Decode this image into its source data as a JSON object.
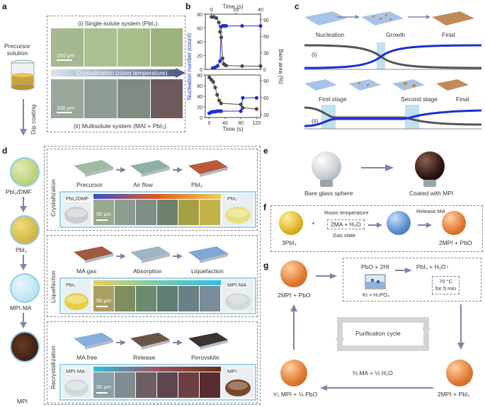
{
  "panel_labels": {
    "a": "a",
    "b": "b",
    "c": "c",
    "d": "d",
    "e": "e",
    "f": "f",
    "g": "g"
  },
  "panel_a": {
    "precursor": "Precursor\nsolution",
    "dip_coating": "Dip coating",
    "system_i": "(i) Single-solute system (PbI₂)",
    "system_ii": "(ii) Multisolute system (MAI + PbI₂)",
    "crystallization": "Crystallization (room temperature)",
    "scale_top": "100 μm",
    "scale_bottom": "100 μm"
  },
  "panel_c": {
    "nucleation": "Nucleation",
    "growth": "Growth",
    "final_top": "Final",
    "first_stage": "First stage",
    "second_stage": "Second stage",
    "final_bottom": "Final",
    "label_i": "(i)",
    "label_ii": "(ii)"
  },
  "panel_d": {
    "left_steps": [
      "PbI₂/DMF",
      "PbI₂",
      "MPI·MA",
      "MPI"
    ],
    "rows": [
      {
        "name": "Crystallization",
        "labels": [
          "Precursor",
          "Air flow",
          "PbI₂"
        ],
        "left_tag": "PbI₂/DMF",
        "right_tag": "PbI₂",
        "scale": "50 μm"
      },
      {
        "name": "Liquefaction",
        "labels": [
          "MA gas",
          "Absorption",
          "Liquefaction"
        ],
        "left_tag": "PbI₂",
        "right_tag": "MPI·MA",
        "scale": "50 μm"
      },
      {
        "name": "Recrystallization",
        "labels": [
          "MA free",
          "Release",
          "Perovskite"
        ],
        "left_tag": "MPI·MA",
        "right_tag": "MPI",
        "scale": "50 μm"
      }
    ]
  },
  "panel_e": {
    "left": "Bare glass sphere",
    "right": "Coated with MPI"
  },
  "panel_f": {
    "reactant": "3PbI₂",
    "plus": "+",
    "conditions": "Room temperature",
    "reagent": "2MA + H₂O",
    "state": "Gas state",
    "release": "Release MA",
    "product": "2MPI + PbO"
  },
  "panel_g": {
    "top_left": "2MPI + PbO",
    "reaction": "PbO + 2HI",
    "product_top": "PbI₂ + H₂O↑",
    "condition": "70 °C\nfor 5 min",
    "reagents": "KI + H₃PO₄",
    "cycle": "Purification cycle",
    "bottom_right": "2MPI + PbI₂",
    "arrow_label": "⅔ MA + ⅓ H₂O",
    "bottom_left": "⁸⁄₃ MPI + ⅓ PbO"
  },
  "chart_data": [
    {
      "type": "scatter",
      "title": "",
      "xlabel": "Time (s)",
      "ylabel": "Nucleation number (count)",
      "ylabel_right": "Bare area (%)",
      "xlim": [
        -5,
        40
      ],
      "ylim": [
        0,
        80
      ],
      "ylim_right": [
        0,
        100
      ],
      "x_ticks": [
        0,
        20,
        40
      ],
      "y_ticks": [
        0,
        20,
        40,
        60,
        80
      ],
      "y_ticks_right": [
        0,
        30,
        60,
        90
      ],
      "series": [
        {
          "name": "",
          "axis": "left",
          "color": "#1a2fd6",
          "x": [
            1,
            3,
            5,
            7,
            8,
            9,
            10,
            11,
            12,
            25,
            40
          ],
          "y": [
            2,
            3,
            5,
            12,
            62,
            63,
            63,
            63,
            63,
            63,
            63
          ]
        },
        {
          "name": "",
          "axis": "right",
          "color": "#4a4a4a",
          "x": [
            0,
            2,
            4,
            6,
            7,
            8,
            9,
            10,
            11,
            12,
            25,
            40
          ],
          "y": [
            95,
            95,
            93,
            85,
            68,
            58,
            20,
            10,
            8,
            7,
            6,
            6
          ]
        }
      ]
    },
    {
      "type": "scatter",
      "title": "",
      "xlabel": "Time (s)",
      "ylabel": "Nucleation number (count)",
      "ylabel_right": "Bare area (%)",
      "xlim": [
        -10,
        130
      ],
      "ylim": [
        0,
        80
      ],
      "ylim_right": [
        25,
        100
      ],
      "x_ticks": [
        0,
        40,
        80,
        120
      ],
      "y_ticks": [
        0,
        20,
        40,
        60,
        80
      ],
      "y_ticks_right": [
        30,
        60,
        90
      ],
      "series": [
        {
          "name": "",
          "axis": "left",
          "color": "#1a2fd6",
          "x": [
            0,
            5,
            10,
            15,
            20,
            25,
            30,
            80,
            85,
            120
          ],
          "y": [
            8,
            10,
            11,
            11,
            12,
            12,
            12,
            12,
            37,
            37
          ]
        },
        {
          "name": "",
          "axis": "right",
          "color": "#4a4a4a",
          "x": [
            0,
            5,
            10,
            15,
            20,
            25,
            30,
            80,
            85,
            120
          ],
          "y": [
            96,
            92,
            88,
            78,
            65,
            55,
            50,
            48,
            42,
            40
          ]
        }
      ]
    }
  ]
}
